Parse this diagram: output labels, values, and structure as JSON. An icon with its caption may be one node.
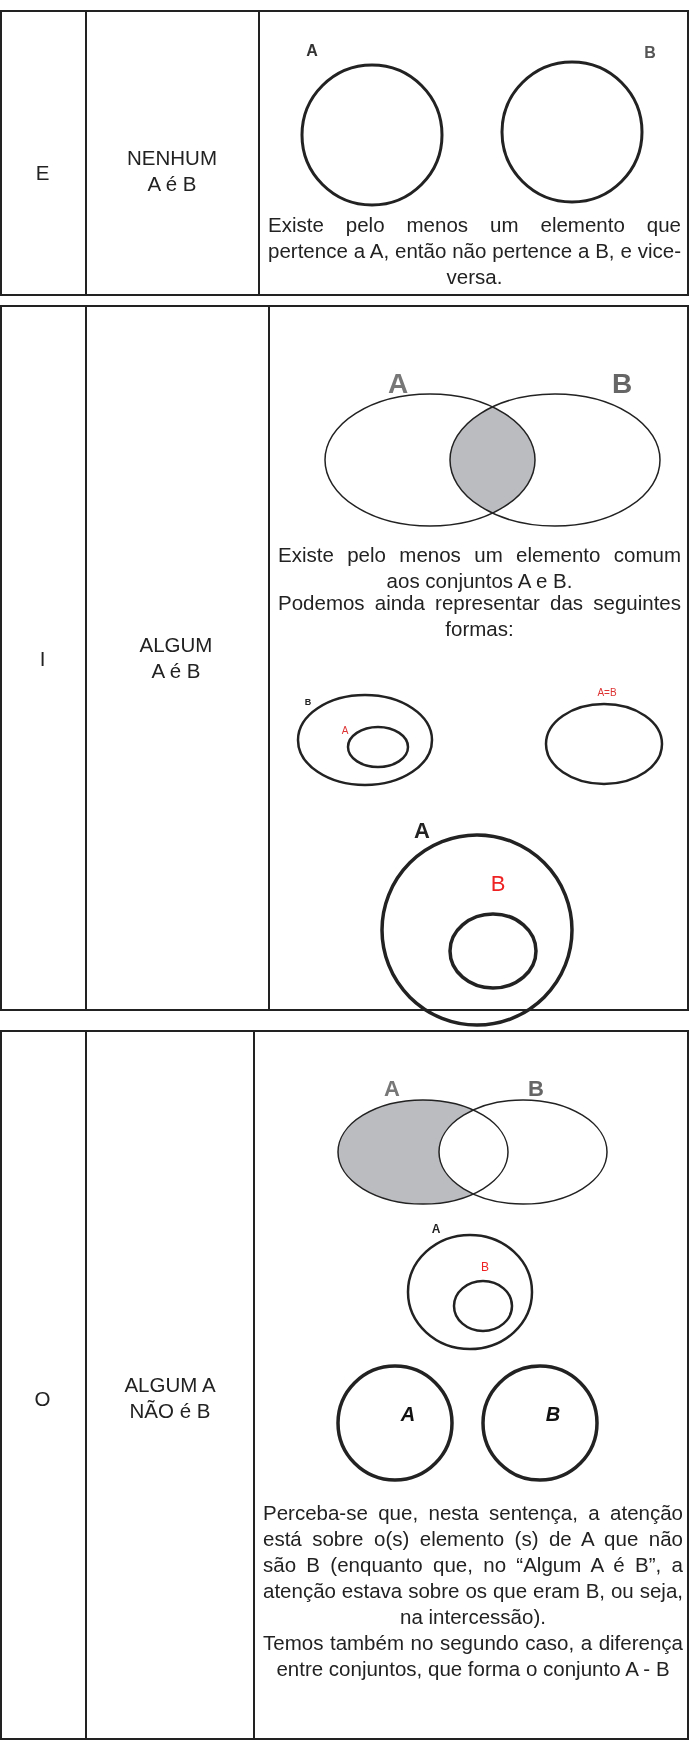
{
  "diagram": {
    "labels": [
      "E",
      "NENHUM A é B",
      "A",
      "B",
      "Existe pelo menos um elemento que pertence a A, então não pertence a B, e vice-versa.",
      "I",
      "ALGUM A é B",
      "A",
      "B",
      "Existe pelo menos um elemento comum aos conjuntos A e B.",
      "Podemos ainda representar das seguintes formas:",
      "B",
      "A",
      "A=B",
      "A",
      "B",
      "O",
      "ALGUM A NÃO é B",
      "A",
      "B",
      "A",
      "B",
      "A",
      "B",
      "Perceba-se que, nesta sentença, a atenção está sobre o(s) elemento (s) de A que não são B (enquanto que, no “Algum A é B”, a atenção estava sobre os que eram B, ou seja, na intercessão).",
      "Temos também no segundo caso, a diferença entre conjuntos, que forma o conjunto A - B"
    ]
  }
}
